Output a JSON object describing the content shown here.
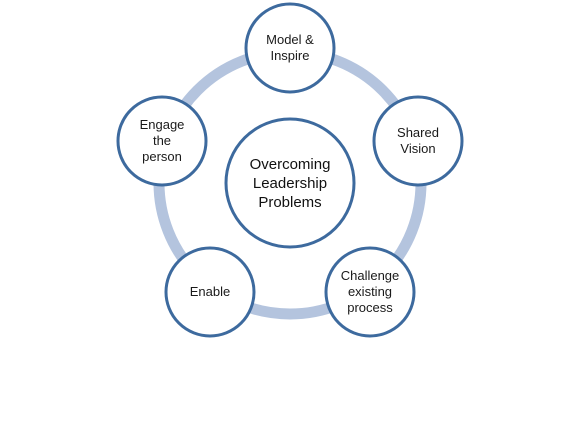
{
  "diagram": {
    "center": {
      "label": "Overcoming\nLeadership\nProblems"
    },
    "nodes": [
      {
        "id": "model-inspire",
        "label": "Model &\nInspire"
      },
      {
        "id": "shared-vision",
        "label": "Shared\nVision"
      },
      {
        "id": "challenge",
        "label": "Challenge\nexisting\nprocess"
      },
      {
        "id": "enable",
        "label": "Enable"
      },
      {
        "id": "engage",
        "label": "Engage\nthe\nperson"
      }
    ],
    "colors": {
      "ring": "#b4c4de",
      "node_border": "#3d6a9e",
      "node_fill": "#ffffff"
    }
  }
}
